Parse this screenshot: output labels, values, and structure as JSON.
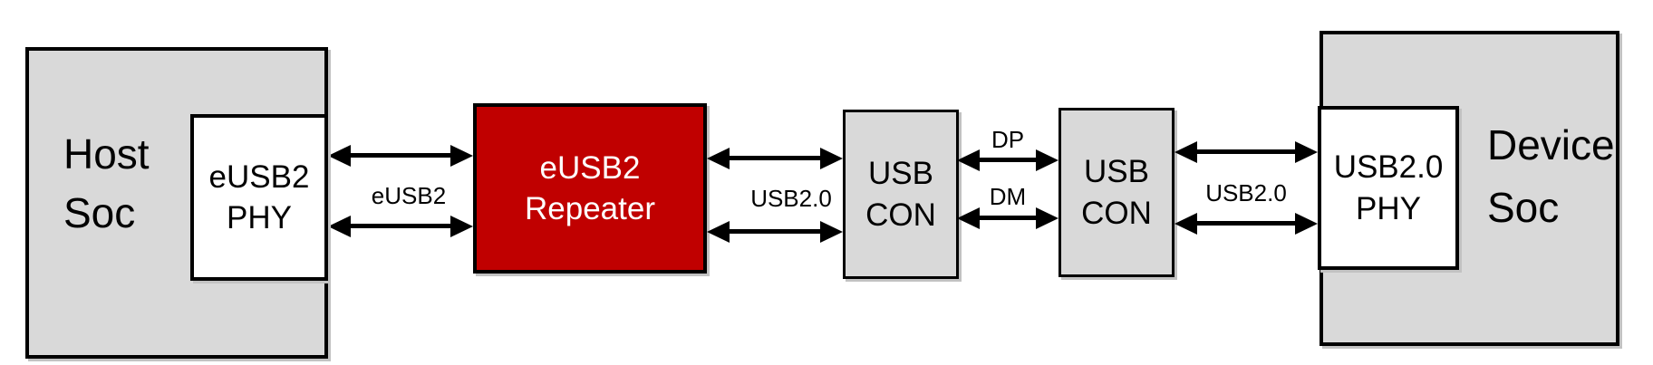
{
  "colors": {
    "soc_fill": "#d9d9d9",
    "connector_fill": "#d9d9d9",
    "phy_fill": "#ffffff",
    "repeater_fill": "#c00000",
    "repeater_text": "#ffffff",
    "border": "#000000",
    "label_text": "#000000"
  },
  "blocks": {
    "host_soc": {
      "line1": "Host",
      "line2": "Soc"
    },
    "host_phy": {
      "line1": "eUSB2",
      "line2": "PHY"
    },
    "repeater": {
      "line1": "eUSB2",
      "line2": "Repeater"
    },
    "usb_con_left": {
      "line1": "USB",
      "line2": "CON"
    },
    "usb_con_right": {
      "line1": "USB",
      "line2": "CON"
    },
    "device_phy": {
      "line1": "USB2.0",
      "line2": "PHY"
    },
    "device_soc": {
      "line1": "Device",
      "line2": "Soc"
    }
  },
  "links": {
    "host_phy_to_repeater": {
      "label": "eUSB2"
    },
    "repeater_to_con_left": {
      "label": "USB2.0"
    },
    "con_to_con_dp": {
      "label": "DP"
    },
    "con_to_con_dm": {
      "label": "DM"
    },
    "con_right_to_device_phy": {
      "label": "USB2.0"
    }
  }
}
